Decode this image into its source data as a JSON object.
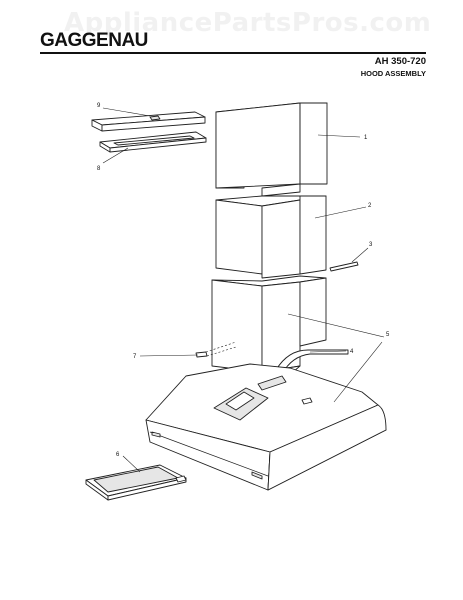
{
  "watermark": "AppliancePartsPros.com",
  "brand": "GAGGENAU",
  "model": "AH 350-720",
  "section": "HOOD ASSEMBLY",
  "callouts": {
    "c1": "1",
    "c2": "2",
    "c3": "3",
    "c4": "4",
    "c5": "5",
    "c6": "6",
    "c7": "7",
    "c8": "8",
    "c9": "9"
  }
}
